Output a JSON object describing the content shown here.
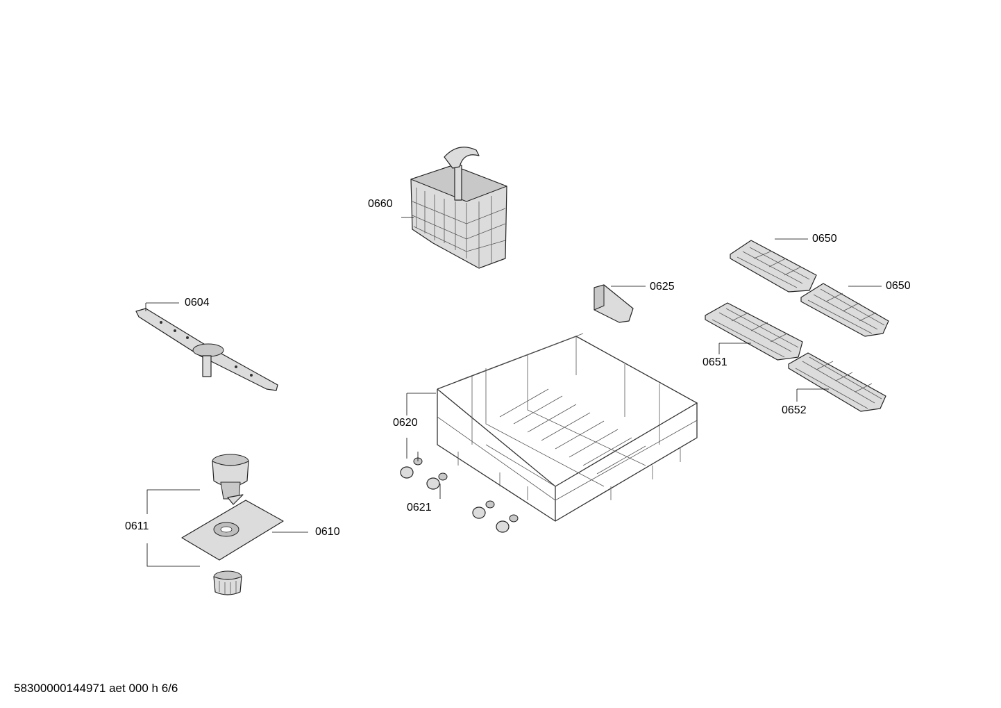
{
  "diagram": {
    "parts": [
      {
        "id": "p0604",
        "label": "0604"
      },
      {
        "id": "p0610",
        "label": "0610"
      },
      {
        "id": "p0611",
        "label": "0611"
      },
      {
        "id": "p0620",
        "label": "0620"
      },
      {
        "id": "p0621",
        "label": "0621"
      },
      {
        "id": "p0625",
        "label": "0625"
      },
      {
        "id": "p0650a",
        "label": "0650"
      },
      {
        "id": "p0650b",
        "label": "0650"
      },
      {
        "id": "p0651",
        "label": "0651"
      },
      {
        "id": "p0652",
        "label": "0652"
      },
      {
        "id": "p0660",
        "label": "0660"
      }
    ]
  },
  "footer": {
    "text": "58300000144971 aet 000 h 6/6"
  }
}
